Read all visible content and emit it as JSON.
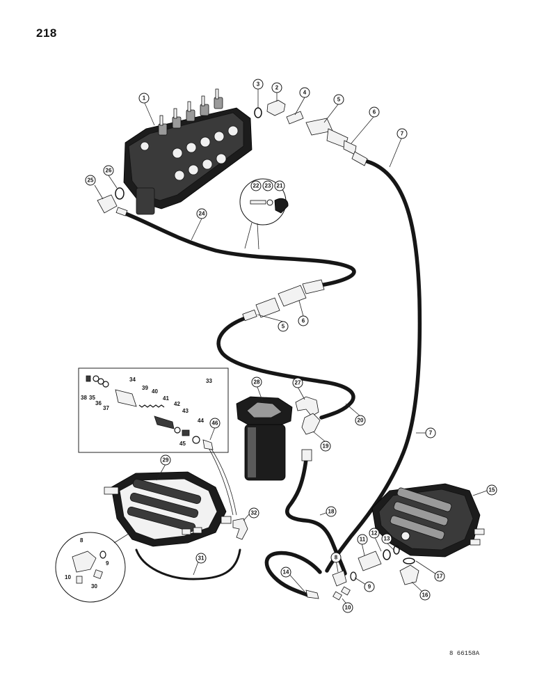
{
  "page": {
    "page_number": "218",
    "drawing_code": "8 66158A"
  },
  "diagram": {
    "callouts": [
      {
        "key": "c1",
        "label": "1"
      },
      {
        "key": "c2",
        "label": "2"
      },
      {
        "key": "c3",
        "label": "3"
      },
      {
        "key": "c4",
        "label": "4"
      },
      {
        "key": "c5a",
        "label": "5"
      },
      {
        "key": "c6a",
        "label": "6"
      },
      {
        "key": "c7a",
        "label": "7"
      },
      {
        "key": "c21",
        "label": "21"
      },
      {
        "key": "c22",
        "label": "22"
      },
      {
        "key": "c23",
        "label": "23"
      },
      {
        "key": "c24",
        "label": "24"
      },
      {
        "key": "c25",
        "label": "25"
      },
      {
        "key": "c26",
        "label": "26"
      },
      {
        "key": "c5b",
        "label": "5"
      },
      {
        "key": "c6b",
        "label": "6"
      },
      {
        "key": "c27",
        "label": "27"
      },
      {
        "key": "c28",
        "label": "28"
      },
      {
        "key": "c20",
        "label": "20"
      },
      {
        "key": "c19",
        "label": "19"
      },
      {
        "key": "c7b",
        "label": "7"
      },
      {
        "key": "c18",
        "label": "18"
      },
      {
        "key": "c15",
        "label": "15"
      },
      {
        "key": "c29",
        "label": "29"
      },
      {
        "key": "c32",
        "label": "32"
      },
      {
        "key": "c31",
        "label": "31"
      },
      {
        "key": "c46",
        "label": "46"
      },
      {
        "key": "c11",
        "label": "11"
      },
      {
        "key": "c12",
        "label": "12"
      },
      {
        "key": "c13",
        "label": "13"
      },
      {
        "key": "c17",
        "label": "17"
      },
      {
        "key": "c16",
        "label": "16"
      },
      {
        "key": "c14",
        "label": "14"
      },
      {
        "key": "c8b",
        "label": "8"
      },
      {
        "key": "c9b",
        "label": "9"
      },
      {
        "key": "c10b",
        "label": "10"
      }
    ],
    "inset_valve_labels": [
      {
        "key": "l33",
        "label": "33"
      },
      {
        "key": "l34",
        "label": "34"
      },
      {
        "key": "l35",
        "label": "35"
      },
      {
        "key": "l36",
        "label": "36"
      },
      {
        "key": "l37",
        "label": "37"
      },
      {
        "key": "l38",
        "label": "38"
      },
      {
        "key": "l39",
        "label": "39"
      },
      {
        "key": "l40",
        "label": "40"
      },
      {
        "key": "l41",
        "label": "41"
      },
      {
        "key": "l42",
        "label": "42"
      },
      {
        "key": "l43",
        "label": "43"
      },
      {
        "key": "l44",
        "label": "44"
      },
      {
        "key": "l45",
        "label": "45"
      }
    ],
    "inset_fitting_labels": [
      {
        "key": "l8",
        "label": "8"
      },
      {
        "key": "l9",
        "label": "9"
      },
      {
        "key": "l10",
        "label": "10"
      },
      {
        "key": "l30",
        "label": "30"
      }
    ]
  }
}
